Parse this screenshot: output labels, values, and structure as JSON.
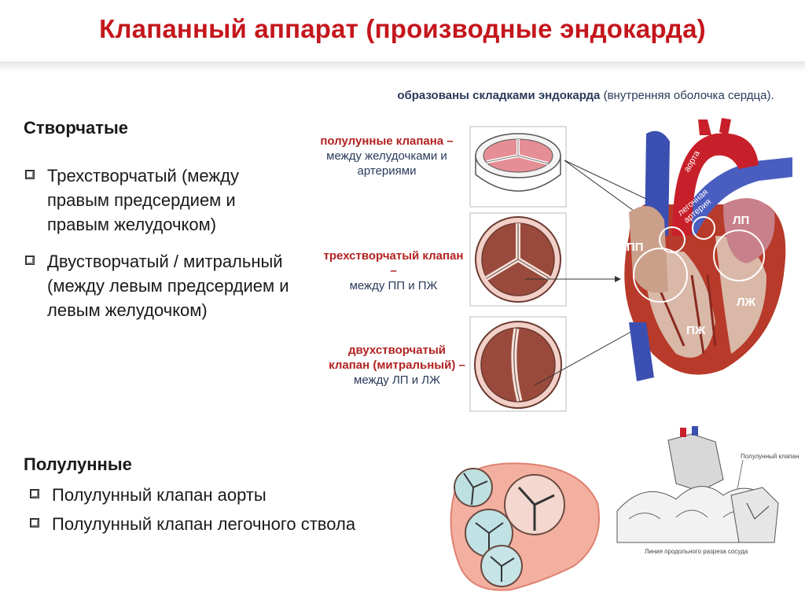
{
  "title": "Клапанный аппарат (производные эндокарда)",
  "leaflet_section": {
    "heading": "Створчатые",
    "items": [
      "Трехстворчатый (между правым предсердием и правым желудочком)",
      "Двустворчатый / митральный (между левым предсердием и левым желудочком)"
    ]
  },
  "semilunar_section": {
    "heading": "Полулунные",
    "items": [
      "Полулунный клапан аорты",
      "Полулунный клапан легочного ствола"
    ]
  },
  "diagram": {
    "note_bold": "образованы складками эндокарда",
    "note_rest": "(внутренняя оболочка сердца).",
    "captions": [
      {
        "red": "полулунные клапана –",
        "rest": "между желудочками и артериями"
      },
      {
        "red": "трехстворчатый клапан –",
        "rest": "между ПП и ПЖ"
      },
      {
        "red": "двухстворчатый клапан (митральный) –",
        "rest": "между ЛП и ЛЖ"
      }
    ],
    "heart_labels": {
      "pp": "ПП",
      "lp": "ЛП",
      "lzh": "ЛЖ",
      "pzh": "ПЖ",
      "aorta": "аорта",
      "pulmonary": "легочная артерия"
    },
    "sketch_labels": {
      "valve": "Полулунный клапан",
      "cut_line": "Линия продольного разреза сосуда"
    }
  },
  "colors": {
    "title": "#c4161c",
    "caption_red": "#b22222",
    "vessel_blue": "#3a4fb0",
    "aorta_red": "#c8202a",
    "myocardium": "#b83a2a"
  }
}
